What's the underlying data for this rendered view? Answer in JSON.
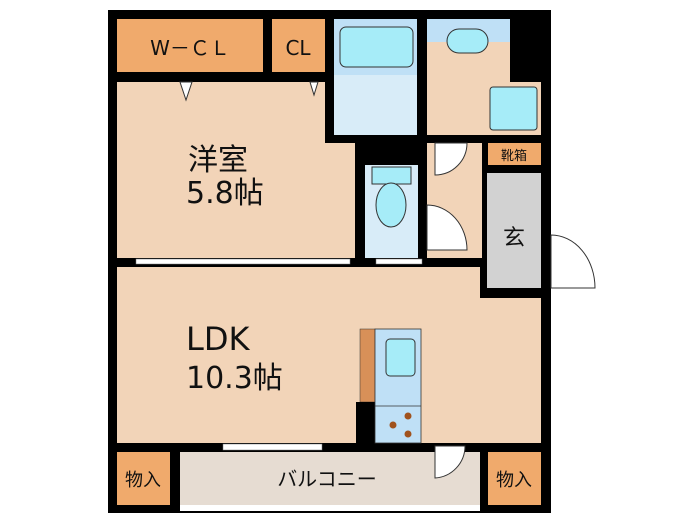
{
  "colors": {
    "wall": "#000000",
    "room": "#f2d4b8",
    "storage": "#f0aa6c",
    "wet": "#d8ecf8",
    "fixture": "#a6ecf8",
    "entry": "#d2d2d2",
    "balcony": "#e6dcd2",
    "stove": "#a0521c"
  },
  "rooms": {
    "wcl": "W－ＣＬ",
    "cl": "CL",
    "western_name": "洋室",
    "western_size": "5.8帖",
    "shoe": "靴箱",
    "entrance": "玄",
    "ldk_name": "LDK",
    "ldk_size": "10.3帖",
    "storage_left": "物入",
    "storage_right": "物入",
    "balcony": "バルコニー"
  }
}
